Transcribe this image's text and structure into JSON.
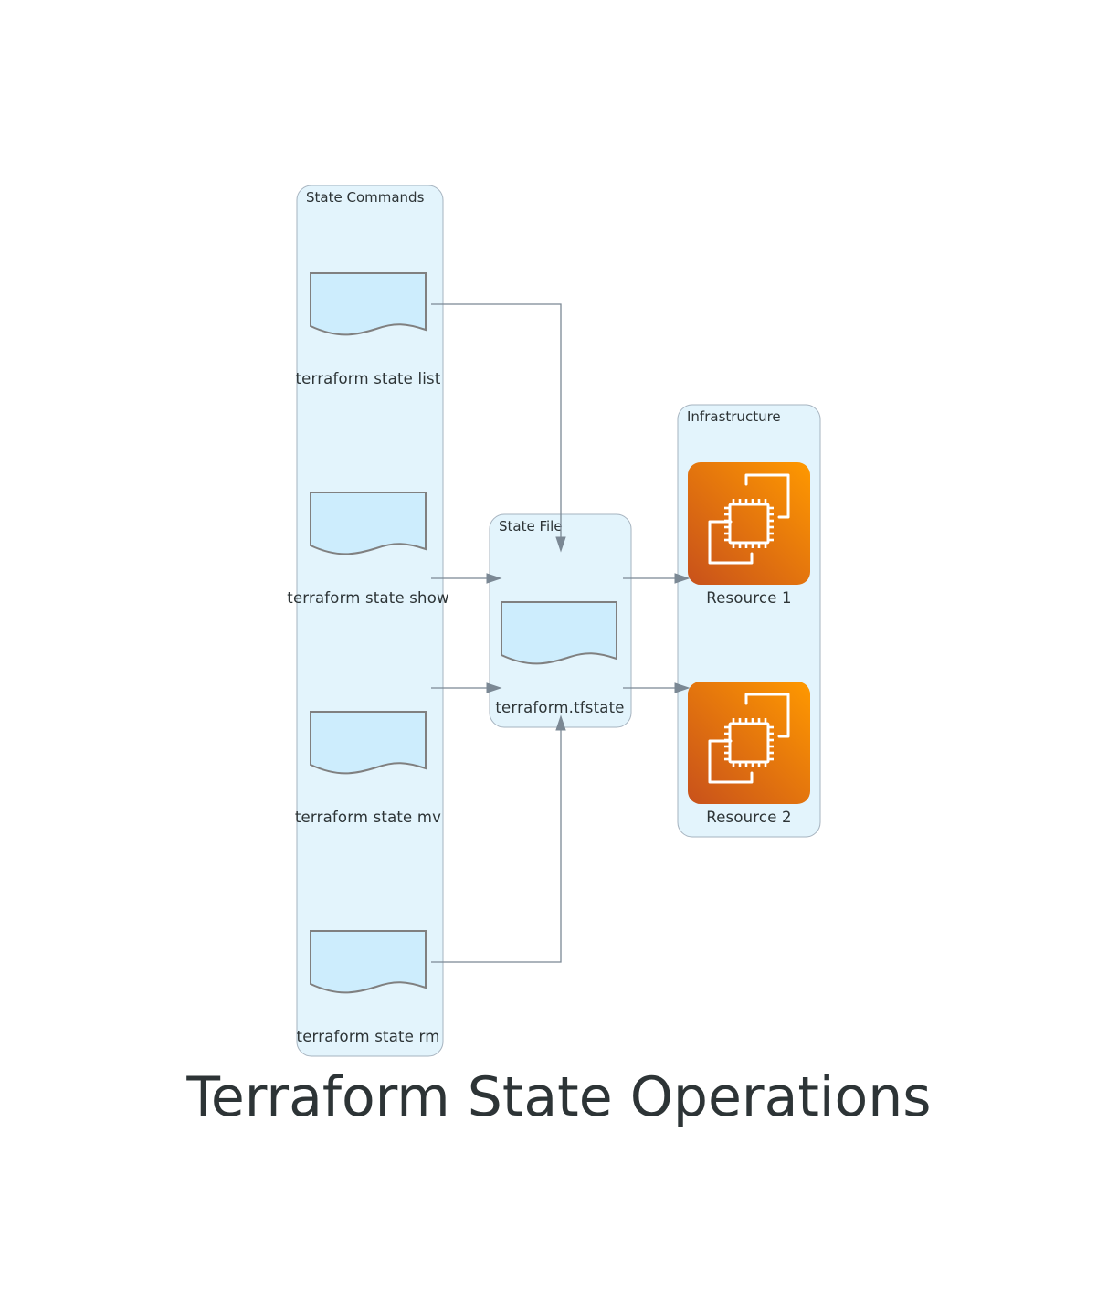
{
  "title": "Terraform State Operations",
  "clusters": {
    "state_commands": "State Commands",
    "state_file": "State File",
    "infrastructure": "Infrastructure"
  },
  "nodes": {
    "state_list": "terraform state list",
    "state_show": "terraform state show",
    "state_mv": "terraform state mv",
    "state_rm": "terraform state rm",
    "tfstate": "terraform.tfstate",
    "resource1": "Resource 1",
    "resource2": "Resource 2"
  },
  "icons": {
    "command_nodes": "document-icon",
    "state_node": "document-icon",
    "resource_nodes": "ec2-instances-icon"
  },
  "colors": {
    "cluster_fill": "#e3f4fc",
    "cluster_border": "#a6b3bf",
    "document_fill": "#cdedfd",
    "document_border": "#808080",
    "edge": "#7b8894",
    "ec2_gradient_start": "#c8511b",
    "ec2_gradient_end": "#ff9900",
    "text": "#2d3436"
  },
  "edges": [
    {
      "from": "terraform state list",
      "to": "terraform.tfstate"
    },
    {
      "from": "terraform state show",
      "to": "terraform.tfstate"
    },
    {
      "from": "terraform state mv",
      "to": "terraform.tfstate"
    },
    {
      "from": "terraform state rm",
      "to": "terraform.tfstate"
    },
    {
      "from": "terraform.tfstate",
      "to": "Resource 1"
    },
    {
      "from": "terraform.tfstate",
      "to": "Resource 2"
    }
  ]
}
